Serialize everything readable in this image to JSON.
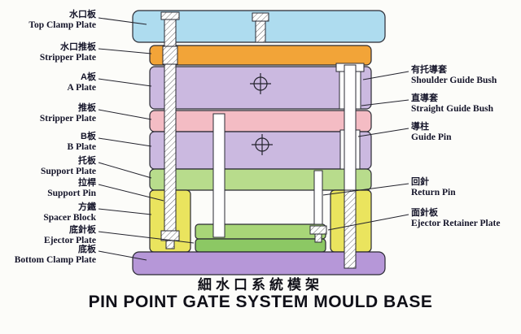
{
  "title": {
    "chinese": "細水口系統模架",
    "english": "PIN POINT GATE SYSTEM MOULD BASE"
  },
  "left_labels": [
    {
      "zh": "水口板",
      "en": "Top Clamp Plate"
    },
    {
      "zh": "水口推板",
      "en": "Stripper Plate"
    },
    {
      "zh": "A板",
      "en": "A Plate"
    },
    {
      "zh": "推板",
      "en": "Stripper Plate"
    },
    {
      "zh": "B板",
      "en": "B Plate"
    },
    {
      "zh": "托板",
      "en": "Support Plate"
    },
    {
      "zh": "拉桿",
      "en": "Support Pin"
    },
    {
      "zh": "方鐵",
      "en": "Spacer Block"
    },
    {
      "zh": "底針板",
      "en": "Ejector Plate"
    },
    {
      "zh": "底板",
      "en": "Bottom Clamp Plate"
    }
  ],
  "right_labels": [
    {
      "zh": "有托導套",
      "en": "Shoulder Guide Bush"
    },
    {
      "zh": "直導套",
      "en": "Straight Guide Bush"
    },
    {
      "zh": "導柱",
      "en": "Guide Pin"
    },
    {
      "zh": "回針",
      "en": "Return Pin"
    },
    {
      "zh": "面針板",
      "en": "Ejector Retainer Plate"
    }
  ],
  "palette": {
    "top_clamp_plate": "#aedcef",
    "stripper_plate_top": "#f2a438",
    "a_plate": "#cbb9e0",
    "stripper_plate": "#f4bcc4",
    "b_plate": "#cbb9e0",
    "support_plate": "#b8dc8c",
    "spacer_block": "#eae45e",
    "ejector_retainer_plate": "#a8d678",
    "ejector_plate": "#8cc864",
    "bottom_clamp_plate": "#b697d8",
    "line": "#23232d"
  }
}
